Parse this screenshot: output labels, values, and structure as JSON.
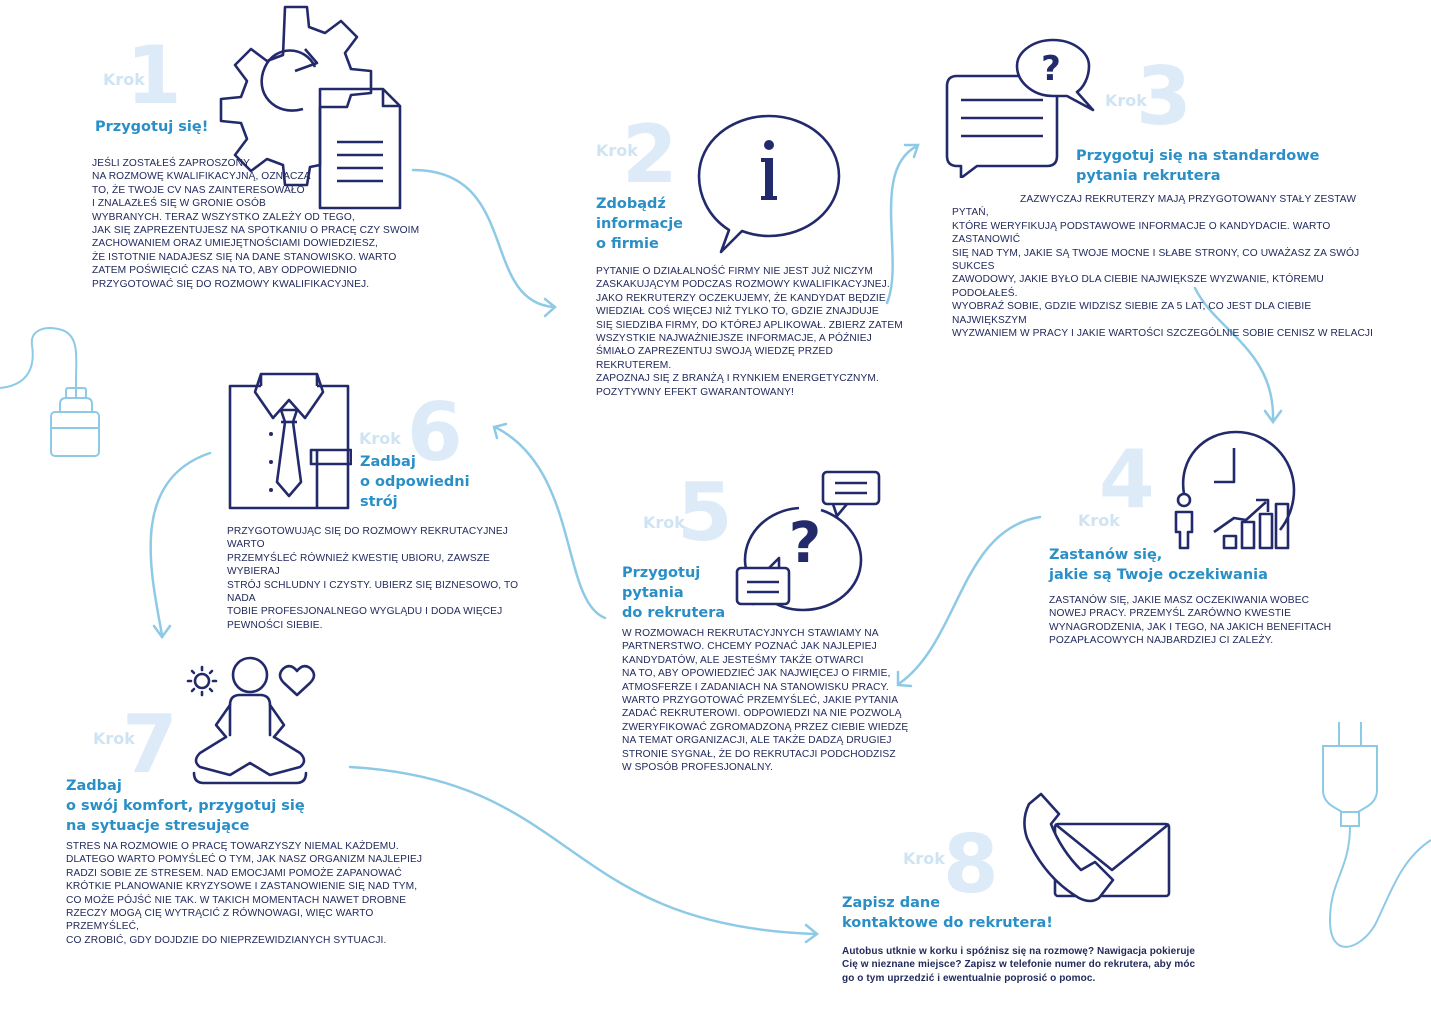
{
  "colors": {
    "navy": "#232a6b",
    "light_blue": "#8ecae6",
    "accent_blue": "#2a8fc6",
    "pale_blue": "#dcebf7"
  },
  "steps": [
    {
      "krok": "Krok",
      "number": "1",
      "title": "Przygotuj się!",
      "icon": "gear-document-icon",
      "body": "JEŚLI ZOSTAŁEŚ ZAPROSZONY\nNA ROZMOWĘ KWALIFIKACYJNĄ, OZNACZA\nTO, ŻE TWOJE CV NAS ZAINTERESOWAŁO\nI ZNALAZŁEŚ SIĘ W GRONIE OSÓB\nWYBRANYCH. TERAZ WSZYSTKO ZALEŻY OD TEGO,\nJAK SIĘ ZAPREZENTUJESZ NA SPOTKANIU O PRACĘ CZY SWOIM\nZACHOWANIEM ORAZ UMIEJĘTNOŚCIAMI DOWIEDZIESZ,\nŻE ISTOTNIE NADAJESZ SIĘ NA DANE STANOWISKO. WARTO\nZATEM POŚWIĘCIĆ CZAS NA TO, ABY ODPOWIEDNIO\nPRZYGOTOWAĆ SIĘ DO ROZMOWY KWALIFIKACYJNEJ."
    },
    {
      "krok": "Krok",
      "number": "2",
      "title": "Zdobądź\ninformacje\no firmie",
      "icon": "info-bubble-icon",
      "body": "PYTANIE O DZIAŁALNOŚĆ FIRMY NIE JEST JUŻ NICZYM\nZASKAKUJĄCYM PODCZAS ROZMOWY KWALIFIKACYJNEJ.\nJAKO REKRUTERZY OCZEKUJEMY, ŻE KANDYDAT  BĘDZIE\nWIEDZIAŁ COŚ WIĘCEJ NIŻ TYLKO TO, GDZIE ZNAJDUJE\nSIĘ SIEDZIBA FIRMY, DO KTÓREJ APLIKOWAŁ. ZBIERZ ZATEM\nWSZYSTKIE NAJWAŻNIEJSZE INFORMACJE, A PÓŹNIEJ\nŚMIAŁO ZAPREZENTUJ SWOJĄ WIEDZĘ PRZED REKRUTEREM.\nZAPOZNAJ SIĘ Z BRANŻĄ I RYNKIEM ENERGETYCZNYM.\nPOZYTYWNY EFEKT GWARANTOWANY!"
    },
    {
      "krok": "Krok",
      "number": "3",
      "title": "Przygotuj się na standardowe\npytania rekrutera",
      "icon": "chat-question-icon",
      "body": "ZAZWYCZAJ REKRUTERZY MAJĄ PRZYGOTOWANY STAŁY ZESTAW PYTAŃ,\nKTÓRE WERYFIKUJĄ PODSTAWOWE INFORMACJE O KANDYDACIE. WARTO ZASTANOWIĆ\nSIĘ NAD TYM, JAKIE SĄ TWOJE MOCNE I SŁABE STRONY, CO UWAŻASZ ZA SWÓJ SUKCES\nZAWODOWY, JAKIE BYŁO DLA CIEBIE NAJWIĘKSZE WYZWANIE, KTÓREMU PODOŁAŁEŚ.\nWYOBRAŹ SOBIE, GDZIE WIDZISZ SIEBIE ZA 5 LAT, CO JEST DLA CIEBIE NAJWIĘKSZYM\nWYZWANIEM W PRACY I JAKIE WARTOŚCI SZCZEGÓLNIE SOBIE CENISZ W RELACJI"
    },
    {
      "krok": "Krok",
      "number": "4",
      "title": "Zastanów się,\njakie są Twoje oczekiwania",
      "icon": "growth-clock-icon",
      "body": "ZASTANÓW SIĘ, JAKIE MASZ OCZEKIWANIA WOBEC\nNOWEJ PRACY. PRZEMYŚL ZARÓWNO KWESTIE\nWYNAGRODZENIA, JAK I TEGO, NA JAKICH BENEFITACH\nPOZAPŁACOWYCH NAJBARDZIEJ CI ZALEŻY."
    },
    {
      "krok": "Krok",
      "number": "5",
      "title": "Przygotuj\npytania\ndo rekrutera",
      "icon": "question-bubbles-icon",
      "body": "W ROZMOWACH REKRUTACYJNYCH STAWIAMY NA\nPARTNERSTWO. CHCEMY POZNAĆ JAK NAJLEPIEJ\nKANDYDATÓW, ALE JESTEŚMY TAKŻE OTWARCI\nNA TO, ABY OPOWIEDZIEĆ JAK NAJWIĘCEJ O FIRMIE,\nATMOSFERZE I ZADANIACH NA STANOWISKU PRACY.\nWARTO PRZYGOTOWAĆ PRZEMYŚLEĆ, JAKIE PYTANIA\nZADAĆ REKRUTEROWI. ODPOWIEDZI  NA NIE POZWOLĄ\nZWERYFIKOWAĆ ZGROMADZONĄ PRZEZ CIEBIE WIEDZĘ\nNA TEMAT ORGANIZACJI, ALE TAKŻE  DADZĄ DRUGIEJ\nSTRONIE SYGNAŁ, ŻE DO REKRUTACJI PODCHODZISZ\nW SPOSÓB PROFESJONALNY."
    },
    {
      "krok": "Krok",
      "number": "6",
      "title": "Zadbaj\no odpowiedni\nstrój",
      "icon": "shirt-tie-icon",
      "body": "PRZYGOTOWUJĄC SIĘ DO ROZMOWY REKRUTACYJNEJ WARTO\nPRZEMYŚLEĆ RÓWNIEŻ KWESTIĘ UBIORU, ZAWSZE  WYBIERAJ\nSTRÓJ SCHLUDNY I CZYSTY. UBIERZ SIĘ BIZNESOWO, TO NADA\nTOBIE PROFESJONALNEGO WYGLĄDU I DODA WIĘCEJ\nPEWNOŚCI SIEBIE."
    },
    {
      "krok": "Krok",
      "number": "7",
      "title": "Zadbaj\no swój komfort, przygotuj się\nna sytuacje stresujące",
      "icon": "meditation-icon",
      "body": "STRES NA ROZMOWIE O PRACĘ TOWARZYSZY NIEMAL KAŻDEMU.\nDLATEGO WARTO POMYŚLEĆ O TYM, JAK NASZ ORGANIZM NAJLEPIEJ\nRADZI SOBIE ZE STRESEM. NAD EMOCJAMI POMOŻE ZAPANOWAĆ\nKRÓTKIE PLANOWANIE KRYZYSOWE I ZASTANOWIENIE SIĘ NAD TYM,\nCO MOŻE PÓJŚĆ NIE TAK. W TAKICH MOMENTACH NAWET DROBNE\nRZECZY MOGĄ CIĘ WYTRĄCIĆ Z RÓWNOWAGI, WIĘC WARTO PRZEMYŚLEĆ,\nCO ZROBIĆ, GDY DOJDZIE DO NIEPRZEWIDZIANYCH SYTUACJI."
    },
    {
      "krok": "Krok",
      "number": "8",
      "title": "Zapisz dane\nkontaktowe do rekrutera!",
      "icon": "phone-envelope-icon",
      "body": "Autobus utknie w korku i spóźnisz się na rozmowę? Nawigacja pokieruje\nCię w nieznane miejsce? Zapisz w telefonie numer do rekrutera, aby móc\ngo o tym uprzedzić i ewentualnie poprosić o pomoc."
    }
  ]
}
